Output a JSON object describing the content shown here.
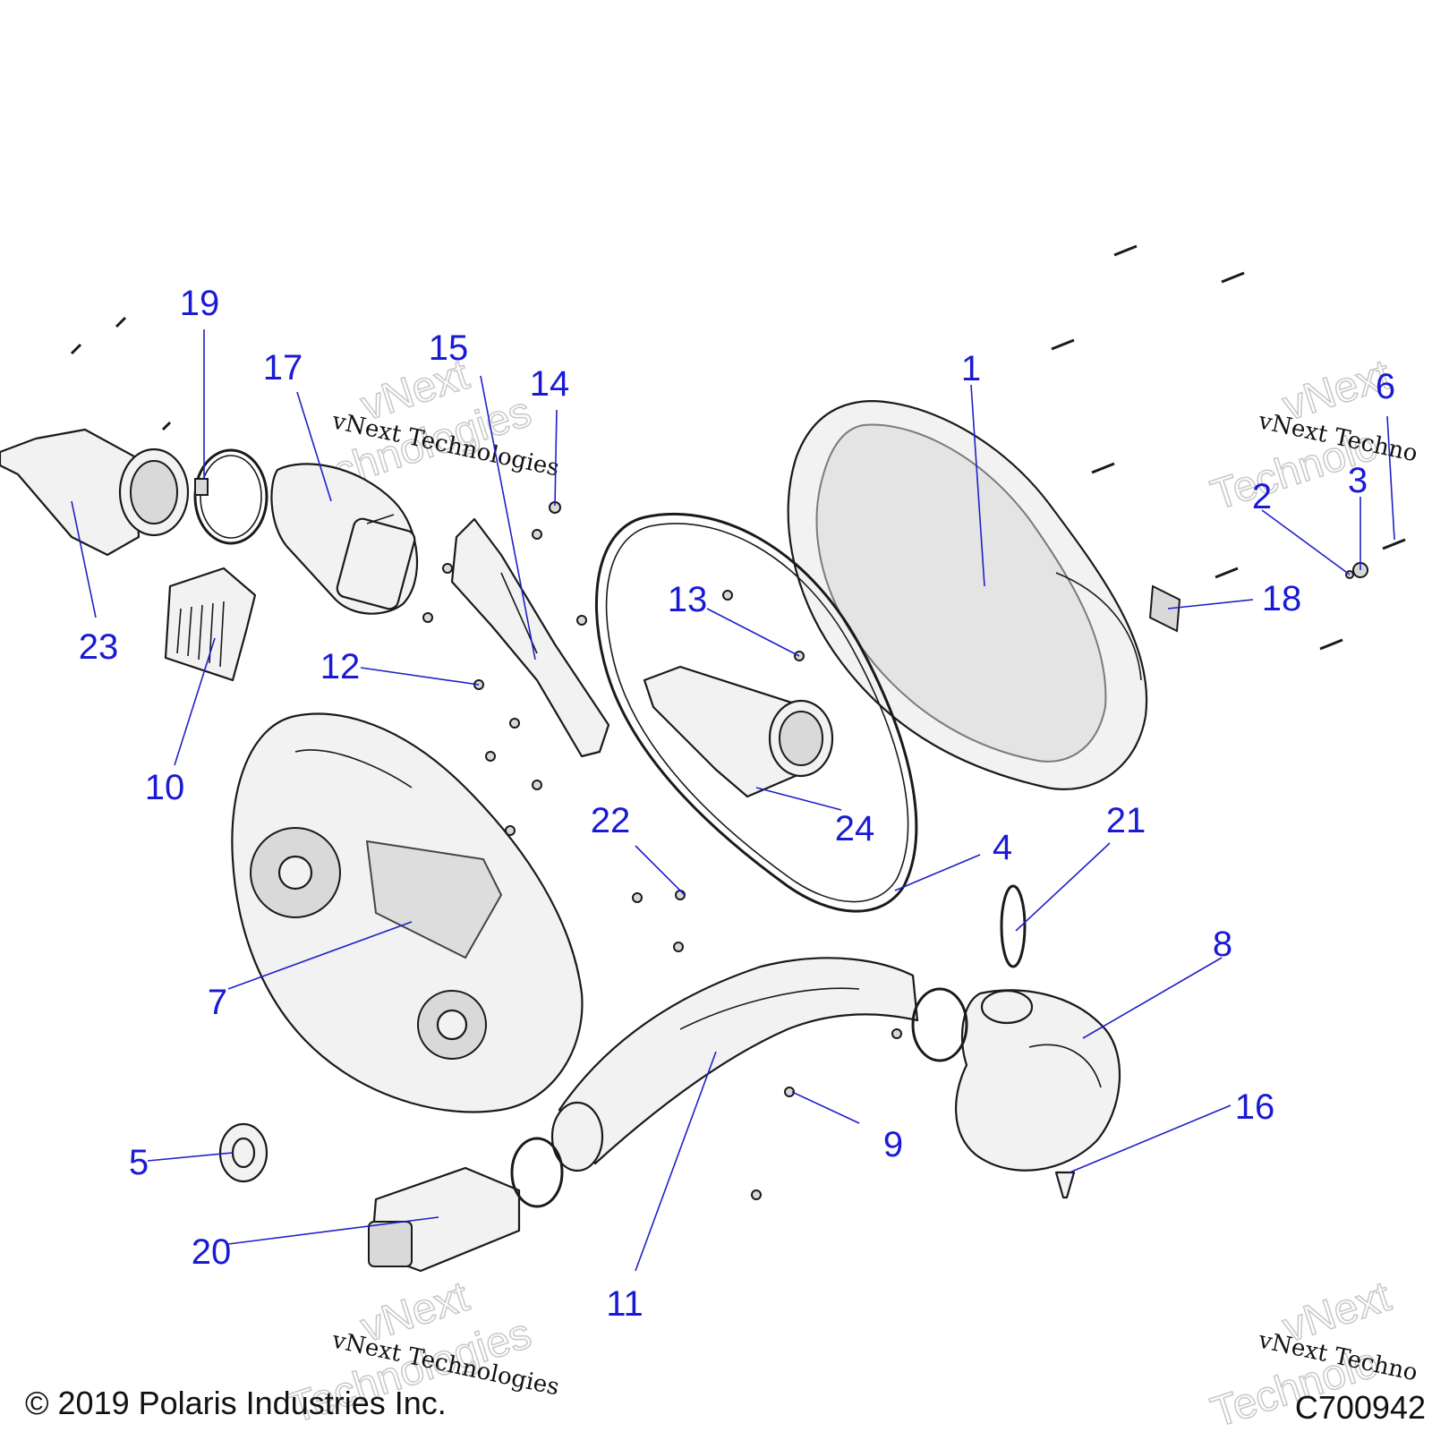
{
  "callouts": [
    {
      "id": "1",
      "label": "1"
    },
    {
      "id": "2",
      "label": "2"
    },
    {
      "id": "3",
      "label": "3"
    },
    {
      "id": "4",
      "label": "4"
    },
    {
      "id": "5",
      "label": "5"
    },
    {
      "id": "6",
      "label": "6"
    },
    {
      "id": "7",
      "label": "7"
    },
    {
      "id": "8",
      "label": "8"
    },
    {
      "id": "9",
      "label": "9"
    },
    {
      "id": "10",
      "label": "10"
    },
    {
      "id": "11",
      "label": "11"
    },
    {
      "id": "12",
      "label": "12"
    },
    {
      "id": "13",
      "label": "13"
    },
    {
      "id": "14",
      "label": "14"
    },
    {
      "id": "15",
      "label": "15"
    },
    {
      "id": "16",
      "label": "16"
    },
    {
      "id": "17",
      "label": "17"
    },
    {
      "id": "18",
      "label": "18"
    },
    {
      "id": "19",
      "label": "19"
    },
    {
      "id": "20",
      "label": "20"
    },
    {
      "id": "21",
      "label": "21"
    },
    {
      "id": "22",
      "label": "22"
    },
    {
      "id": "23",
      "label": "23"
    },
    {
      "id": "24",
      "label": "24"
    }
  ],
  "watermark": {
    "line1": "vNext Technologies",
    "outline_a": "vNext",
    "outline_b": "Technologies",
    "clip_right": "vNext Techno",
    "clip_outline_b": "Technolo"
  },
  "footer": {
    "copyright": "© 2019 Polaris Industries Inc.",
    "figure_id": "C700942"
  },
  "colors": {
    "callout": "#1a1ad6",
    "line_art": "#1a1a1a"
  }
}
